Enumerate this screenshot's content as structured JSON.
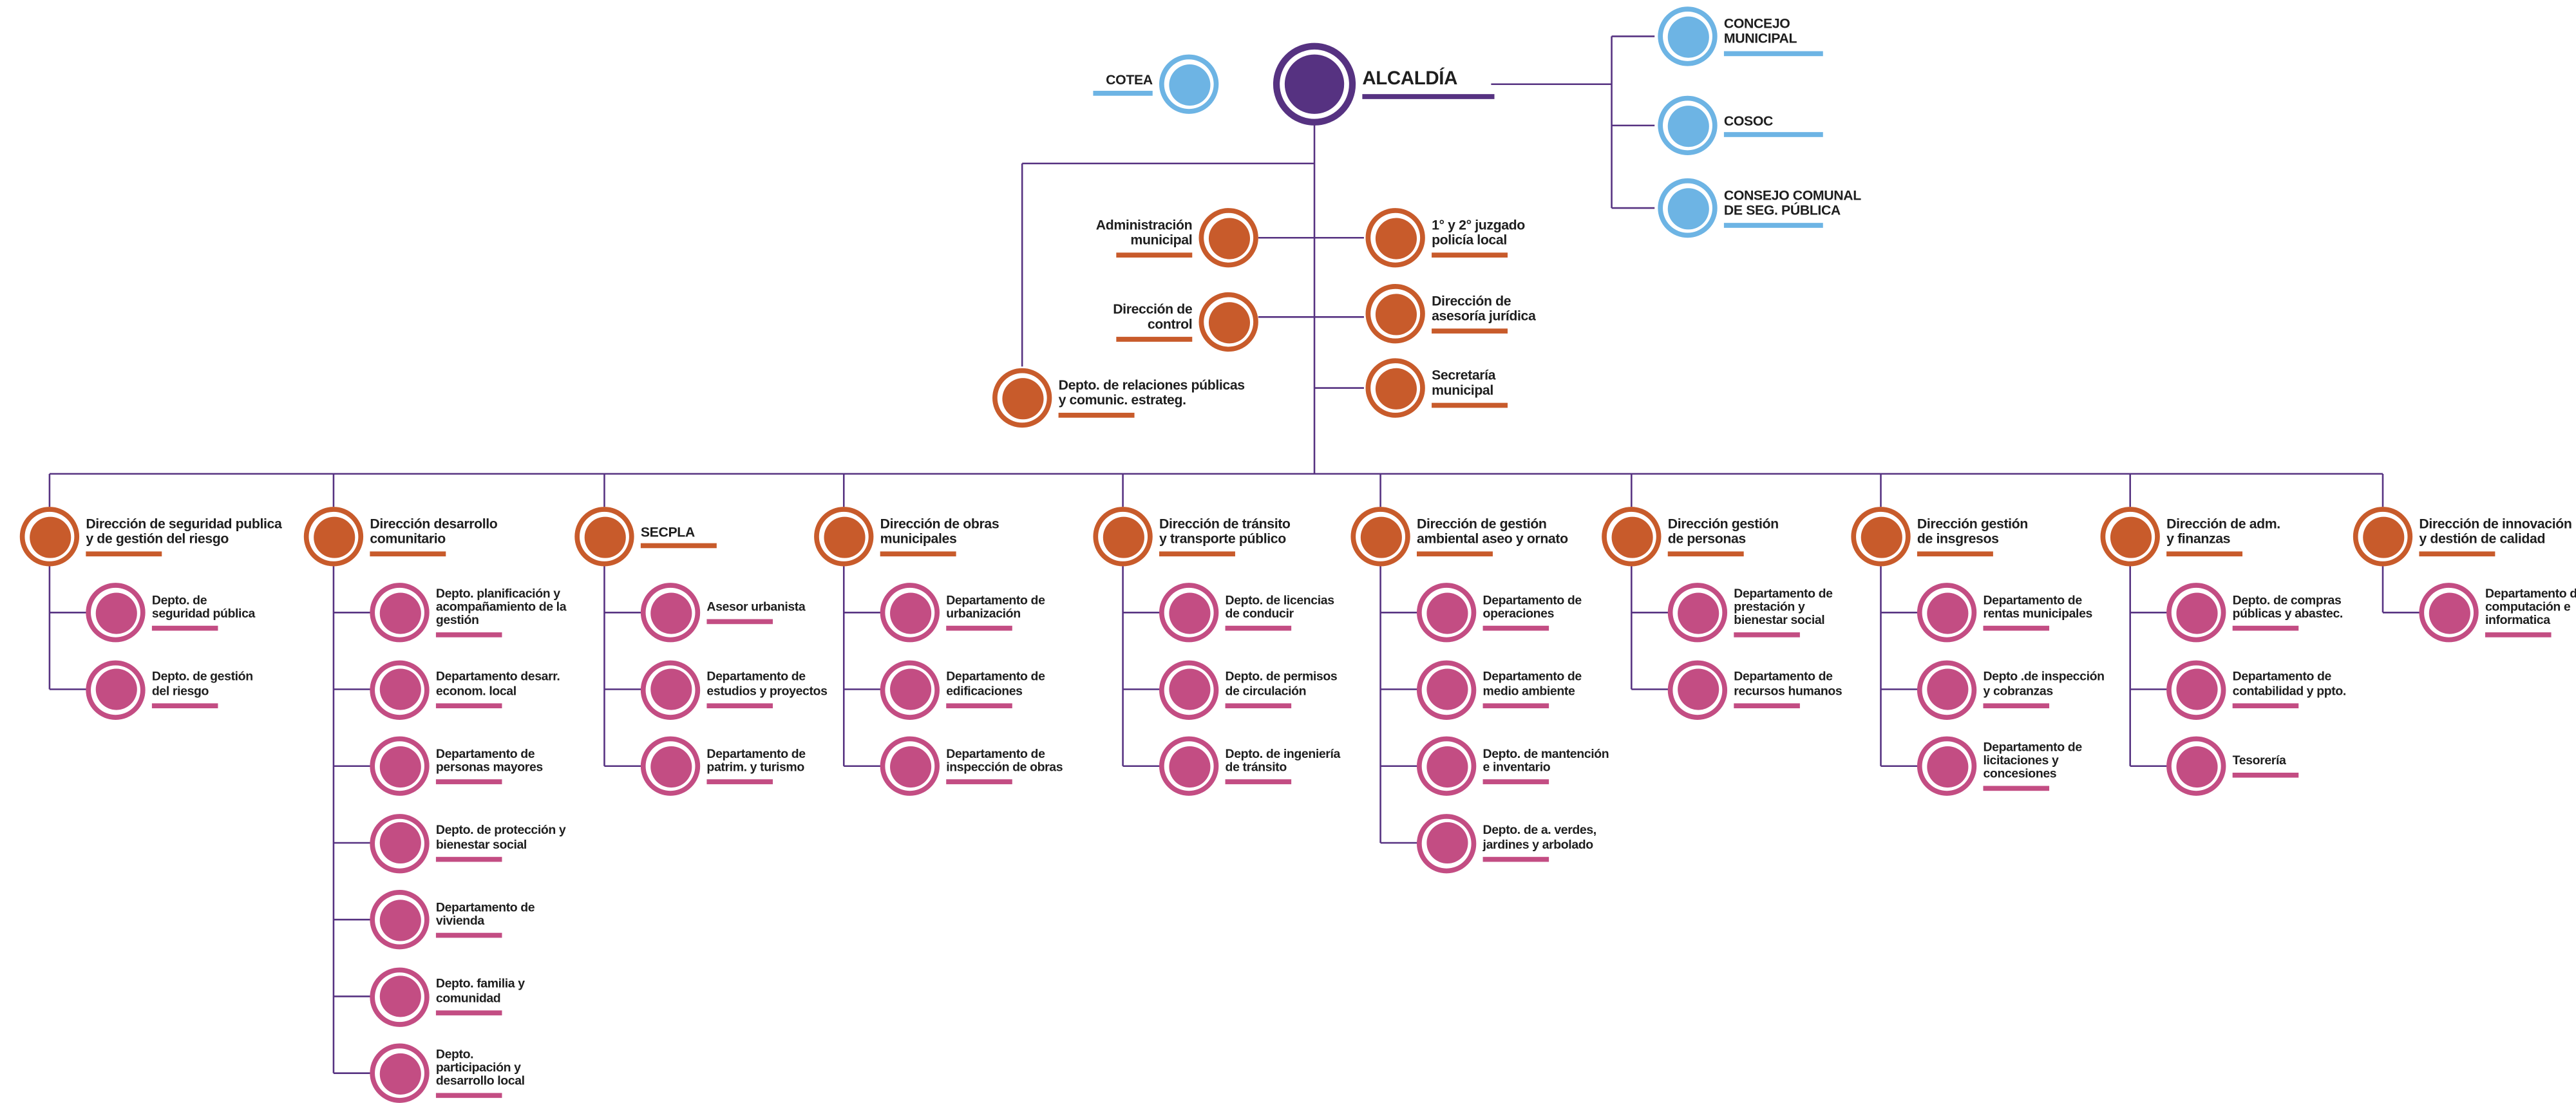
{
  "colors": {
    "line": "#563281",
    "direccion": "#c85b2b",
    "departamento": "#c34d83",
    "consejo": "#6db4e4",
    "alcaldia": "#563281"
  },
  "top": {
    "alcaldia": "ALCALDÍA",
    "cotea": "COTEA",
    "concejo": "CONCEJO\nMUNICIPAL",
    "cosoc": "COSOC",
    "consejo_seg": "CONSEJO COMUNAL\nDE SEG. PÚBLICA"
  },
  "staff": {
    "admin": "Administración\nmunicipal",
    "control": "Dirección de\ncontrol",
    "rrpp": "Depto. de relaciones públicas\ny comunic. estrateg.",
    "juzgado": "1° y 2° juzgado\npolicía local",
    "juridica": "Dirección de\nasesoría jurídica",
    "secretaria": "Secretaría\nmunicipal"
  },
  "columns": [
    {
      "name": "Dirección de seguridad publica\ny de gestión del riesgo",
      "depts": [
        "Depto. de\nseguridad pública",
        "Depto. de gestión\ndel riesgo"
      ]
    },
    {
      "name": "Dirección desarrollo\ncomunitario",
      "depts": [
        "Depto. planificación y\nacompañamiento de la\ngestión",
        "Departamento desarr.\neconom. local",
        "Departamento de\npersonas mayores",
        "Depto. de protección y\nbienestar social",
        "Departamento de\nvivienda",
        "Depto. familia y\ncomunidad",
        "Depto.\nparticipación y\ndesarrollo local"
      ]
    },
    {
      "name": "SECPLA",
      "depts": [
        "Asesor urbanista",
        "Departamento de\nestudios y proyectos",
        "Departamento de\npatrim. y turismo"
      ]
    },
    {
      "name": "Dirección de obras\nmunicipales",
      "depts": [
        "Departamento de\nurbanización",
        "Departamento de\nedificaciones",
        "Departamento de\ninspección de obras"
      ]
    },
    {
      "name": "Dirección de tránsito\ny transporte público",
      "depts": [
        "Depto. de licencias\nde conducir",
        "Depto. de permisos\nde circulación",
        "Depto. de ingeniería\nde tránsito"
      ]
    },
    {
      "name": "Dirección de gestión\nambiental aseo y ornato",
      "depts": [
        "Departamento de\noperaciones",
        "Departamento de\nmedio ambiente",
        "Depto. de mantención\ne inventario",
        "Depto. de a. verdes,\njardines y arbolado"
      ]
    },
    {
      "name": "Dirección gestión\nde personas",
      "depts": [
        "Departamento de\nprestación y\nbienestar social",
        "Departamento de\nrecursos humanos"
      ]
    },
    {
      "name": "Dirección gestión\nde insgresos",
      "depts": [
        "Departamento de\nrentas municipales",
        "Depto .de inspección\ny cobranzas",
        "Departamento de\nlicitaciones y\nconcesiones"
      ]
    },
    {
      "name": "Dirección de adm.\ny finanzas",
      "depts": [
        "Depto. de compras\npúblicas y abastec.",
        "Departamento de\ncontabilidad y ppto.",
        "Tesorería"
      ]
    },
    {
      "name": "Dirección de innovación\ny destión de calidad",
      "depts": [
        "Departamento de\ncomputación e\ninformatica"
      ]
    }
  ]
}
